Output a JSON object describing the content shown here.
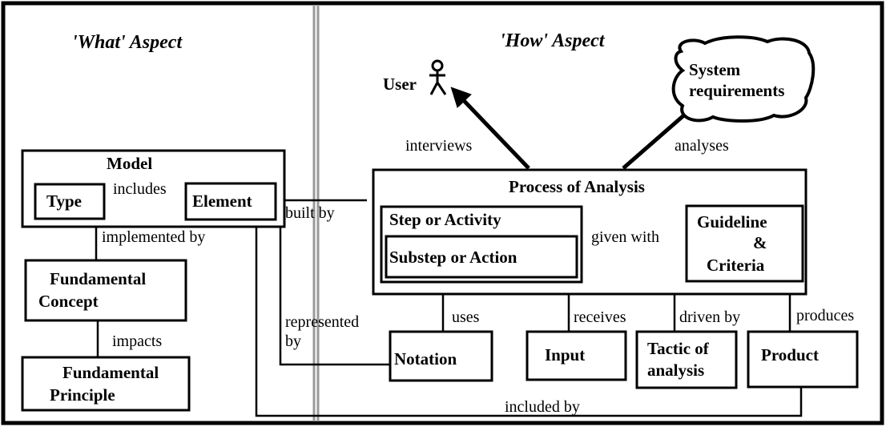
{
  "aspects": {
    "what_heading": "'What' Aspect",
    "how_heading": "'How' Aspect"
  },
  "nodes": {
    "model": "Model",
    "type": "Type",
    "element": "Element",
    "fundamental_concept": [
      "Fundamental",
      "Concept"
    ],
    "fundamental_principle": [
      "Fundamental",
      "Principle"
    ],
    "user": "User",
    "system_requirements": [
      "System",
      "requirements"
    ],
    "process_of_analysis": "Process of Analysis",
    "step_or_activity": "Step or Activity",
    "substep_or_action": "Substep or Action",
    "guideline_criteria": [
      "Guideline",
      "&",
      "Criteria"
    ],
    "notation": "Notation",
    "input": "Input",
    "tactic_of_analysis": [
      "Tactic of",
      "analysis"
    ],
    "product": "Product"
  },
  "relations": {
    "includes": "includes",
    "implemented_by": "implemented by",
    "impacts": "impacts",
    "built_by": "built by",
    "represented_by": [
      "represented",
      "by"
    ],
    "interviews": "interviews",
    "analyses": "analyses",
    "given_with": "given with",
    "uses": "uses",
    "receives": "receives",
    "driven_by": "driven by",
    "produces": "produces",
    "included_by": "included by"
  },
  "colors": {
    "ink": "#000000",
    "background": "#ffffff",
    "divider": "#999999"
  }
}
